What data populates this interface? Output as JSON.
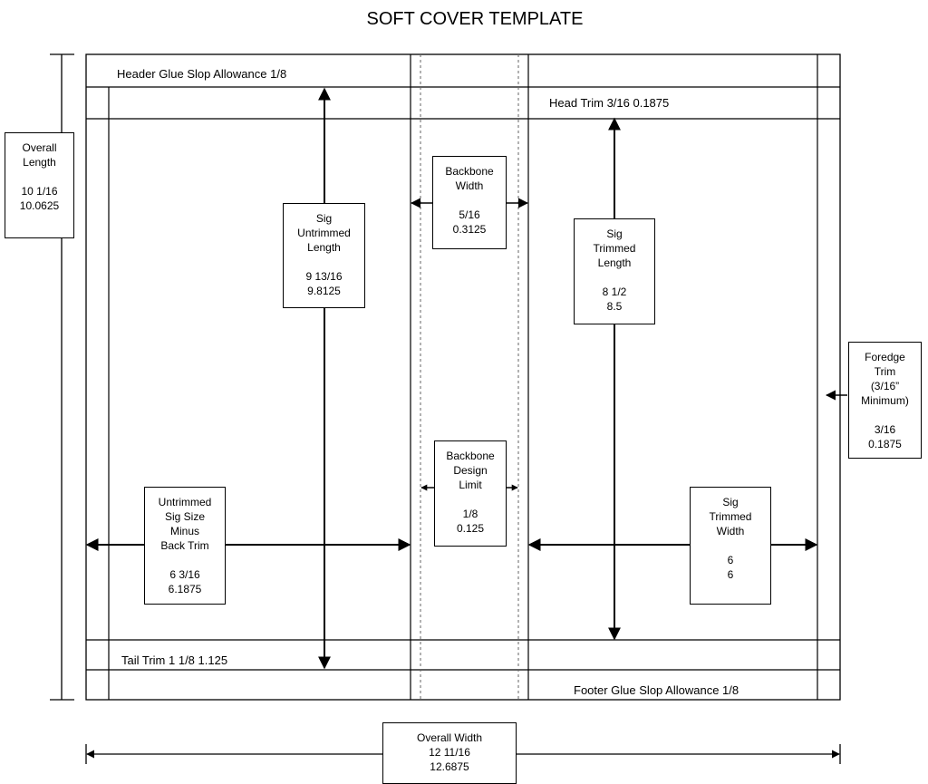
{
  "title": "SOFT COVER TEMPLATE",
  "labels": {
    "header_glue": "Header Glue Slop Allowance  1/8",
    "head_trim": "Head Trim    3/16    0.1875",
    "tail_trim": "Tail Trim    1 1/8    1.125",
    "footer_glue": "Footer Glue Slop Allowance  1/8"
  },
  "boxes": {
    "overall_length": {
      "line1": "Overall",
      "line2": "Length",
      "frac": "10 1/16",
      "dec": "10.0625"
    },
    "sig_untrimmed_length": {
      "line1": "Sig",
      "line2": "Untrimmed",
      "line3": "Length",
      "frac": "9 13/16",
      "dec": "9.8125"
    },
    "backbone_width": {
      "line1": "Backbone",
      "line2": "Width",
      "frac": "5/16",
      "dec": "0.3125"
    },
    "sig_trimmed_length": {
      "line1": "Sig",
      "line2": "Trimmed",
      "line3": "Length",
      "frac": "8 1/2",
      "dec": "8.5"
    },
    "foredge_trim": {
      "line1": "Foredge",
      "line2": "Trim",
      "line3": "(3/16”",
      "line4": "Minimum)",
      "frac": "3/16",
      "dec": "0.1875"
    },
    "backbone_design_limit": {
      "line1": "Backbone",
      "line2": "Design",
      "line3": "Limit",
      "frac": "1/8",
      "dec": "0.125"
    },
    "untrimmed_sig_size": {
      "line1": "Untrimmed",
      "line2": "Sig Size",
      "line3": "Minus",
      "line4": "Back Trim",
      "frac": "6 3/16",
      "dec": "6.1875"
    },
    "sig_trimmed_width": {
      "line1": "Sig",
      "line2": "Trimmed",
      "line3": "Width",
      "frac": "6",
      "dec": "6"
    },
    "overall_width": {
      "line1": "Overall Width",
      "frac": "12 11/16",
      "dec": "12.6875"
    }
  }
}
